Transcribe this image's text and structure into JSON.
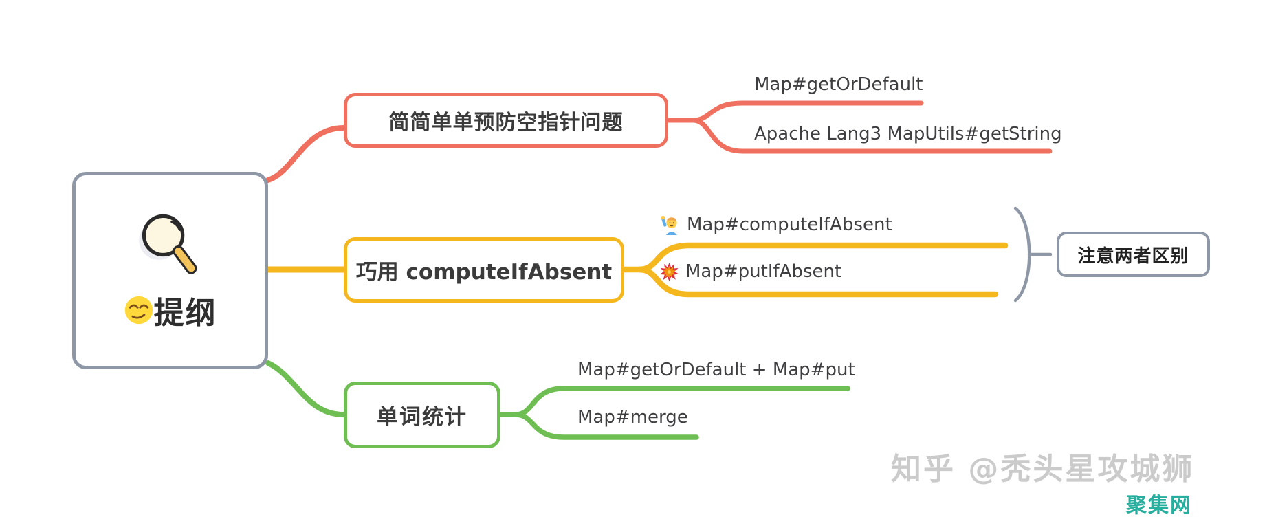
{
  "colors": {
    "red": "#F0705F",
    "yellow": "#F5B71E",
    "green": "#6FBE53",
    "gray": "#8D97A5",
    "text_dark": "#3B3B3B",
    "text_child": "#3F3F42",
    "watermark_gray": "#CBCBCB",
    "watermark_teal": "#27AE9E"
  },
  "root": {
    "title": "提纲",
    "title_emoji": "smirking-face",
    "icon": "magnifying-glass"
  },
  "branches": [
    {
      "id": "null-pointer",
      "color": "red",
      "label": "简简单单预防空指针问题",
      "children": [
        {
          "label": "Map#getOrDefault"
        },
        {
          "label": "Apache Lang3 MapUtils#getString"
        }
      ]
    },
    {
      "id": "compute-if-absent",
      "color": "yellow",
      "label": "巧用 computeIfAbsent",
      "children": [
        {
          "emoji": "raising-hand",
          "label": "Map#computeIfAbsent"
        },
        {
          "emoji": "collision",
          "label": "Map#putIfAbsent"
        }
      ],
      "note": "注意两者区别"
    },
    {
      "id": "word-count",
      "color": "green",
      "label": "单词统计",
      "children": [
        {
          "label": "Map#getOrDefault + Map#put"
        },
        {
          "label": "Map#merge"
        }
      ]
    }
  ],
  "watermark": {
    "text": "知乎 @秃头星攻城狮",
    "badge": "聚集网"
  }
}
